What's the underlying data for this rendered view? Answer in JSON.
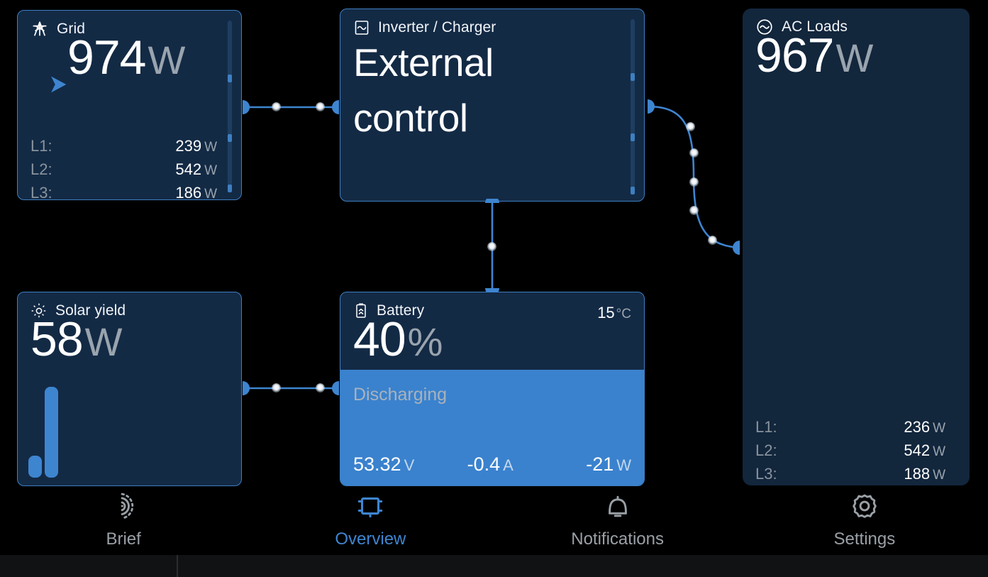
{
  "app": {
    "background_color": "#000000",
    "accent_color": "#3E85D0",
    "card_color": "#132A45"
  },
  "grid": {
    "title": "Grid",
    "icon": "power-pylon-icon",
    "direction_icon": "arrow-right-icon",
    "value": "974",
    "unit": "W",
    "phases": [
      {
        "label": "L1:",
        "value": "239",
        "unit": "W"
      },
      {
        "label": "L2:",
        "value": "542",
        "unit": "W"
      },
      {
        "label": "L3:",
        "value": "186",
        "unit": "W"
      }
    ]
  },
  "inverter": {
    "title": "Inverter / Charger",
    "icon": "inverter-sine-square-icon",
    "status_line1": "External",
    "status_line2": "control"
  },
  "ac_loads": {
    "title": "AC Loads",
    "icon": "ac-sine-circle-icon",
    "value": "967",
    "unit": "W",
    "phases": [
      {
        "label": "L1:",
        "value": "236",
        "unit": "W"
      },
      {
        "label": "L2:",
        "value": "542",
        "unit": "W"
      },
      {
        "label": "L3:",
        "value": "188",
        "unit": "W"
      }
    ]
  },
  "solar": {
    "title": "Solar yield",
    "icon": "sun-icon",
    "value": "58",
    "unit": "W"
  },
  "battery": {
    "title": "Battery",
    "icon": "battery-icon",
    "temperature": "15",
    "temperature_unit": "°C",
    "soc_value": "40",
    "soc_unit": "%",
    "state": "Discharging",
    "voltage": "53.32",
    "voltage_unit": "V",
    "current": "-0.4",
    "current_unit": "A",
    "power": "-21",
    "power_unit": "W",
    "fill_percent": 60
  },
  "nav": {
    "items": [
      {
        "label": "Brief",
        "icon": "gauge-radar-icon",
        "active": false
      },
      {
        "label": "Overview",
        "icon": "overview-node-icon",
        "active": true
      },
      {
        "label": "Notifications",
        "icon": "bell-icon",
        "active": false
      },
      {
        "label": "Settings",
        "icon": "gear-icon",
        "active": false
      }
    ]
  }
}
